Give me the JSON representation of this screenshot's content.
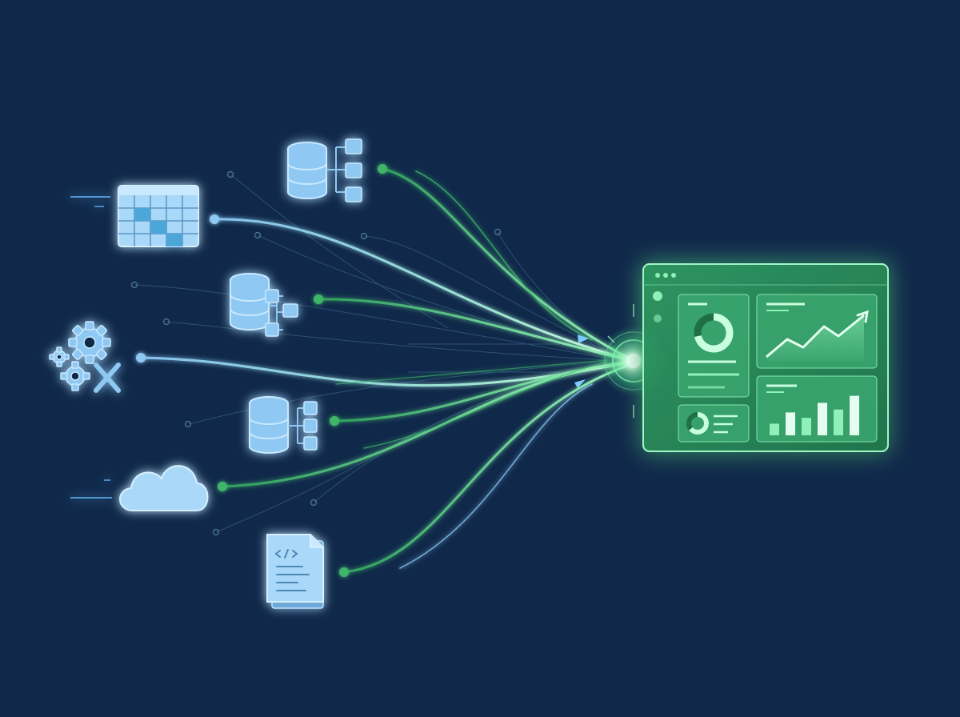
{
  "diagram": {
    "background": "#10294a",
    "colors": {
      "source_blue": "#8fc8f2",
      "source_stroke": "#bfe4ff",
      "flow_green": "#3fb56a",
      "flow_blue": "#86c2ef",
      "hub_glow": "#7dffb0",
      "dashboard_fill": "#2b8a5a",
      "dashboard_accent": "#8ff0b8"
    },
    "sources": [
      {
        "id": "src-database-top",
        "icon": "database-schema-icon"
      },
      {
        "id": "src-spreadsheet",
        "icon": "spreadsheet-icon"
      },
      {
        "id": "src-database-middle",
        "icon": "database-schema-icon"
      },
      {
        "id": "src-settings-tools",
        "icon": "gear-wrench-icon"
      },
      {
        "id": "src-database-lower",
        "icon": "database-schema-icon"
      },
      {
        "id": "src-cloud",
        "icon": "cloud-icon"
      },
      {
        "id": "src-code-file",
        "icon": "code-document-icon"
      }
    ],
    "target": {
      "id": "dashboard",
      "icon": "analytics-dashboard-icon",
      "widgets": [
        "donut-chart-widget",
        "line-trend-widget",
        "mini-donut-widget",
        "bar-chart-widget"
      ]
    },
    "dashboard_bars": [
      0.28,
      0.55,
      0.42,
      0.78,
      0.62,
      0.95
    ]
  }
}
